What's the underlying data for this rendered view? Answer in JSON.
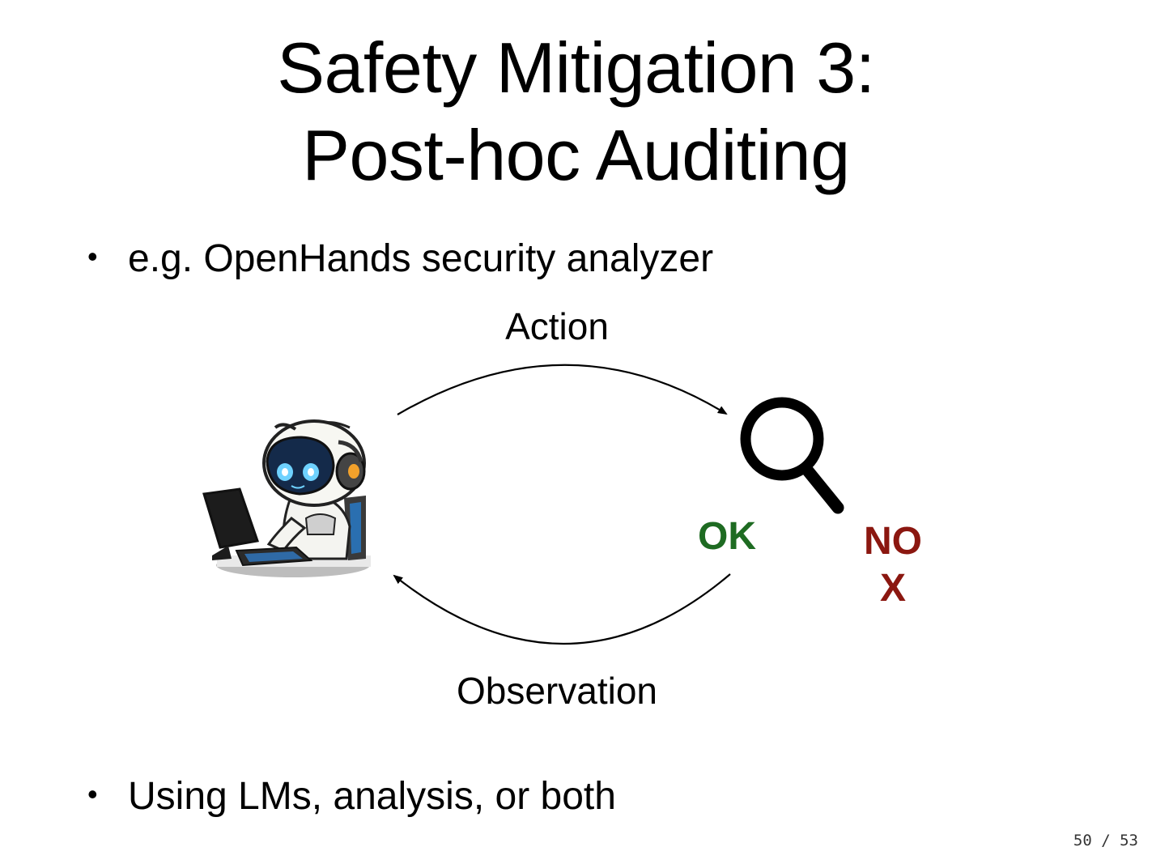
{
  "slide": {
    "title_line1": "Safety Mitigation 3:",
    "title_line2": "Post-hoc Auditing",
    "bullets": [
      "e.g. OpenHands security analyzer",
      "Using LMs, analysis, or both"
    ],
    "bullet_marker": "•",
    "page_number": "50 / 53"
  },
  "diagram": {
    "action_label": "Action",
    "observation_label": "Observation",
    "ok_label": "OK",
    "no_label": "NO",
    "x_label": "X",
    "colors": {
      "ok": "#1e6b22",
      "no": "#8b1710"
    },
    "icons": [
      "robot-at-computer-icon",
      "magnifying-glass-icon"
    ]
  }
}
